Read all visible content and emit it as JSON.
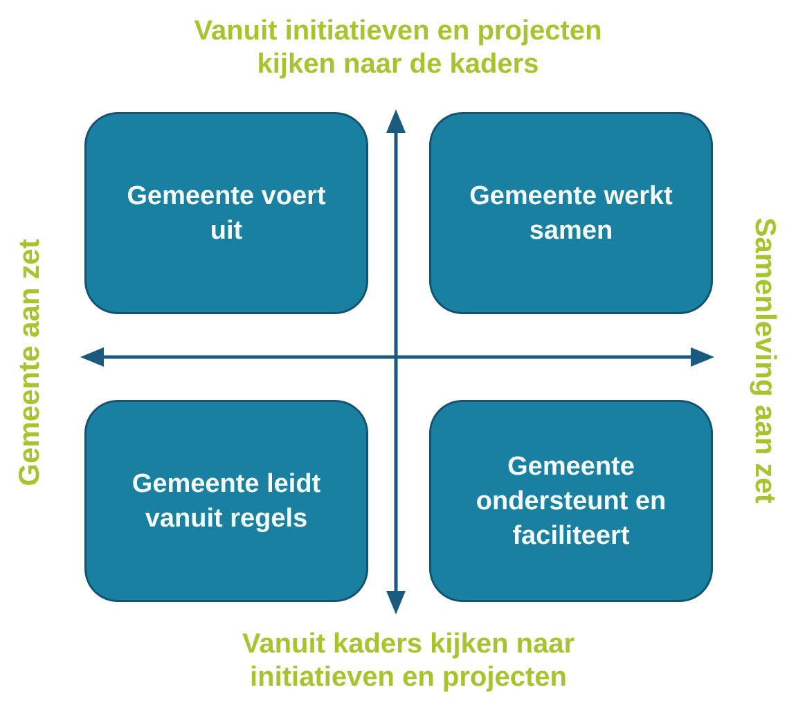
{
  "colors": {
    "green": "#a6c42e",
    "teal": "#1a80a2",
    "box_border": "#14536f",
    "axis": "#1a5a7e",
    "box_text": "#f4fbfc"
  },
  "axis_labels": {
    "top": "Vanuit initiatieven en projecten\nkijken naar de kaders",
    "bottom": "Vanuit kaders kijken naar\ninitiatieven en projecten",
    "left": "Gemeente aan zet",
    "right": "Samenleving aan zet"
  },
  "quadrants": {
    "top_left": "Gemeente voert\nuit",
    "top_right": "Gemeente werkt\nsamen",
    "bottom_left": "Gemeente leidt\nvanuit regels",
    "bottom_right": "Gemeente\nondersteunt en\nfaciliteert"
  }
}
